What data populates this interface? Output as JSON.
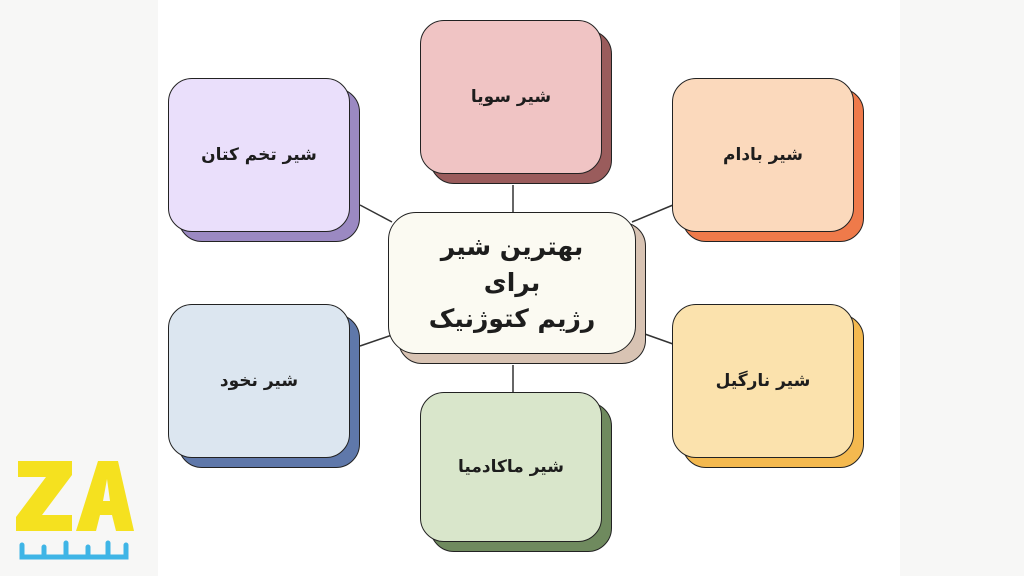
{
  "center": {
    "lines": [
      "بهترین شیر",
      "برای",
      "رژیم کتوژنیک"
    ]
  },
  "nodes": [
    {
      "id": "soy",
      "label": "شیر سویا",
      "face": "#f0c4c4",
      "shadow": "#9a5c5c"
    },
    {
      "id": "almond",
      "label": "شیر بادام",
      "face": "#fbd9bc",
      "shadow": "#ef7a4a"
    },
    {
      "id": "coconut",
      "label": "شیر نارگیل",
      "face": "#fbe2ad",
      "shadow": "#f4b94f"
    },
    {
      "id": "macadamia",
      "label": "شیر ماکادمیا",
      "face": "#d9e6cb",
      "shadow": "#6f8a5e"
    },
    {
      "id": "chickpea",
      "label": "شیر نخود",
      "face": "#dce6f0",
      "shadow": "#5f78aa"
    },
    {
      "id": "flaxseed",
      "label": "شیر تخم کتان",
      "face": "#eadffb",
      "shadow": "#9b89c2"
    }
  ],
  "center_colors": {
    "face": "#fbfaf2",
    "shadow": "#d8c3b3"
  },
  "logo": {
    "text": "ZA",
    "subtitle": "مربی برتر",
    "color_main": "#f5e11f",
    "color_sub": "#3fb5e6"
  }
}
